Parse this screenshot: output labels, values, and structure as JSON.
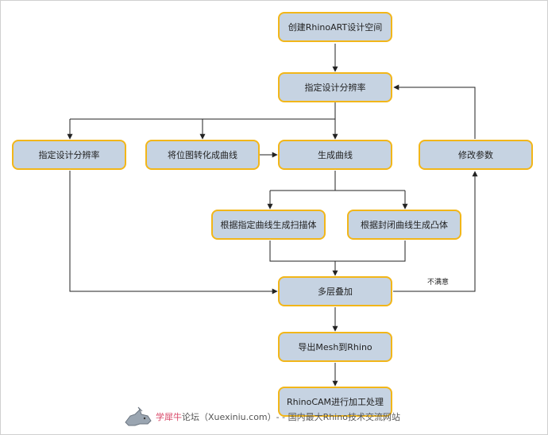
{
  "nodes": {
    "create_space": "创建RhinoART设计空间",
    "set_resolution_main": "指定设计分辨率",
    "set_resolution_left": "指定设计分辨率",
    "image_to_curve": "将位图转化成曲线",
    "generate_curve": "生成曲线",
    "modify_params": "修改参数",
    "sweep_from_curve": "根据指定曲线生成扫描体",
    "boss_from_closed_curve": "根据封闭曲线生成凸体",
    "multi_layer_stack": "多层叠加",
    "export_mesh": "导出Mesh到Rhino",
    "rhinocam_process": "RhinoCAM进行加工处理"
  },
  "edge_labels": {
    "unsatisfied": "不满意"
  },
  "watermark": {
    "brand": "学犀牛",
    "rest": "论坛（Xuexiniu.com）- - 国内最大Rhino技术交流网站",
    "logo_icon": "rhino-logo-icon"
  },
  "colors": {
    "node_fill": "#c6d3e2",
    "node_border": "#f2b619",
    "edge": "#222222"
  }
}
